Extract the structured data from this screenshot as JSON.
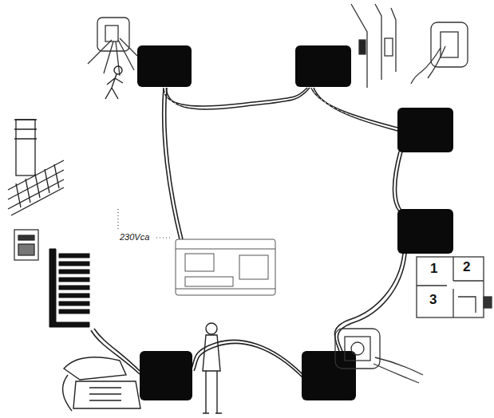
{
  "diagram": {
    "labels": [
      "230Vca",
      "1",
      "2",
      "3"
    ]
  }
}
